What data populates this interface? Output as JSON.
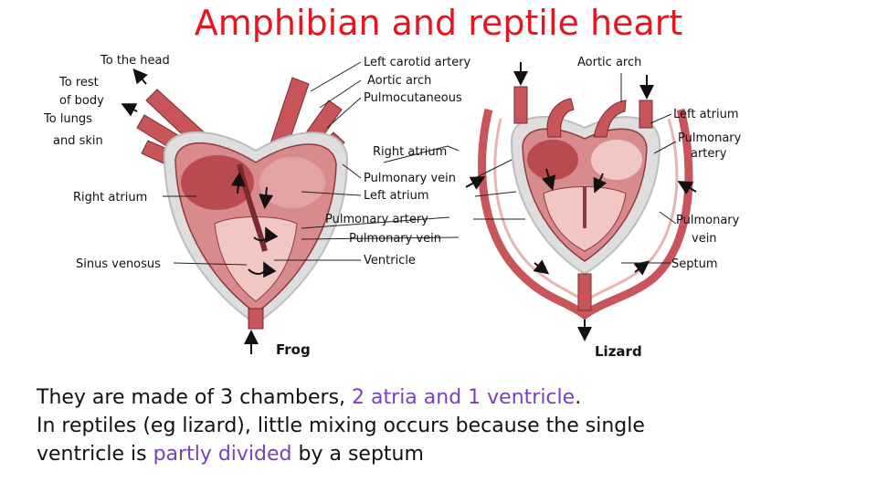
{
  "title": "Amphibian and reptile heart",
  "frog": {
    "caption": "Frog",
    "labels": {
      "to_head": "To the head",
      "to_rest_1": "To rest",
      "to_rest_2": "of body",
      "to_lungs_1": "To lungs",
      "to_lungs_2": "and skin",
      "right_atrium": "Right atrium",
      "sinus_venosus": "Sinus venosus"
    }
  },
  "lizard": {
    "caption": "Lizard",
    "labels": {
      "aortic_arch": "Aortic arch",
      "right_atrium": "Right atrium",
      "left_atrium": "Left atrium",
      "pulmonary_artery_1": "Pulmonary",
      "pulmonary_artery_2": "artery",
      "pulmonary_vein_1": "Pulmonary",
      "pulmonary_vein_2": "vein",
      "septum": "Septum"
    }
  },
  "shared_labels": {
    "left_carotid_artery": "Left carotid artery",
    "aortic_arch": "Aortic arch",
    "pulmocutaneous": "Pulmocutaneous",
    "pulmonary_vein": "Pulmonary vein",
    "left_atrium": "Left atrium",
    "pulmonary_artery": "Pulmonary artery",
    "pulmonary_vein_2": "Pulmonary vein",
    "ventricle": "Ventricle"
  },
  "caption": {
    "line1_pre": "They are made of 3 chambers, ",
    "line1_highlight": "2 atria and 1 ventricle",
    "line1_post": ".",
    "line2": "In reptiles (eg lizard), little mixing occurs because the single",
    "line3_pre": "ventricle is ",
    "line3_highlight": "partly divided",
    "line3_post": " by a septum"
  },
  "colors": {
    "title": "#e8141e",
    "highlight": "#7a3fc0",
    "vessel": "#c8555a",
    "heart_wall": "#d98a8c",
    "heart_dark": "#b84a50",
    "chamber": "#f1c7c6",
    "outline": "#d8d8d8"
  }
}
